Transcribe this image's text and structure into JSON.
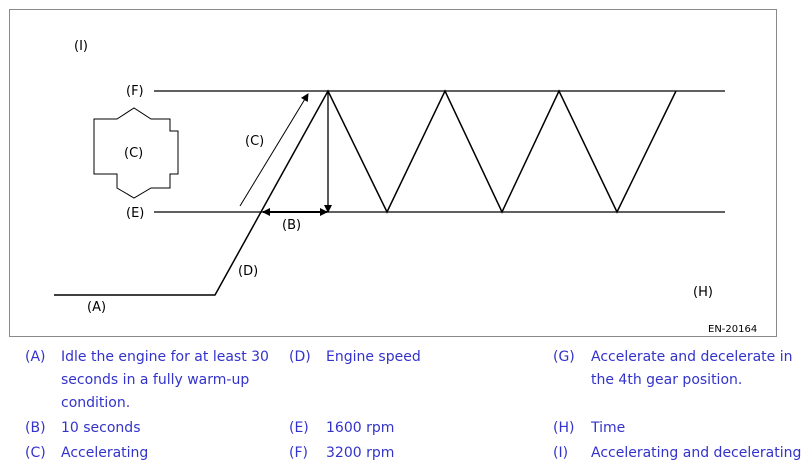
{
  "figure": {
    "code": "EN-20164",
    "labels": {
      "A": "(A)",
      "B": "(B)",
      "C": "(C)",
      "D": "(D)",
      "E": "(E)",
      "F": "(F)",
      "H": "(H)",
      "I": "(I)"
    }
  },
  "legend": [
    {
      "key": "(A)",
      "text": "Idle the engine for at least 30 seconds in a fully warm-up condition."
    },
    {
      "key": "(B)",
      "text": "10 seconds"
    },
    {
      "key": "(C)",
      "text": "Accelerating"
    },
    {
      "key": "(D)",
      "text": "Engine speed"
    },
    {
      "key": "(E)",
      "text": "1600 rpm"
    },
    {
      "key": "(F)",
      "text": "3200 rpm"
    },
    {
      "key": "(G)",
      "text": "Accelerate and decelerate in the 4th gear position."
    },
    {
      "key": "(H)",
      "text": "Time"
    },
    {
      "key": "(I)",
      "text": "Accelerating and decelerating"
    }
  ],
  "colors": {
    "legend_text": "#3333cc",
    "line": "#000000",
    "frame": "#8a8a8a"
  }
}
